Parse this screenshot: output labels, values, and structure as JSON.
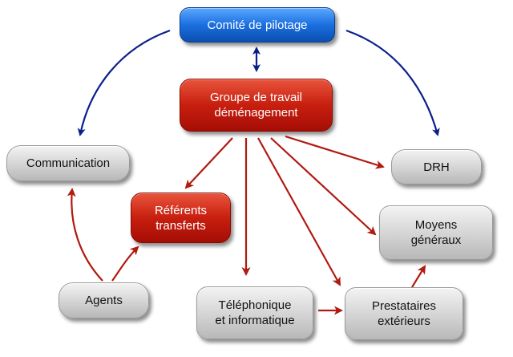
{
  "nodes": {
    "comite": {
      "label": "Comité de pilotage"
    },
    "groupe": {
      "line1": "Groupe de travail",
      "line2": "déménagement"
    },
    "communication": {
      "label": "Communication"
    },
    "drh": {
      "label": "DRH"
    },
    "referents": {
      "line1": "Référents",
      "line2": "transferts"
    },
    "moyens": {
      "line1": "Moyens",
      "line2": "généraux"
    },
    "agents": {
      "label": "Agents"
    },
    "telephonique": {
      "line1": "Téléphonique",
      "line2": "et informatique"
    },
    "prestataires": {
      "line1": "Prestataires",
      "line2": "extérieurs"
    }
  },
  "colors": {
    "blue_arrow": "#0a1f8c",
    "red_arrow": "#b01a10"
  }
}
